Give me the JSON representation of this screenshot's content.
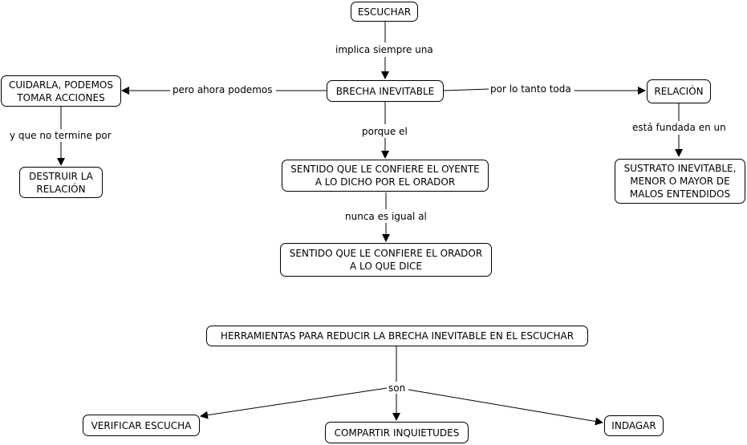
{
  "nodes": {
    "escuchar": "ESCUCHAR",
    "brecha": "BRECHA INEVITABLE",
    "cuidarla": "CUIDARLA, PODEMOS\nTOMAR ACCIONES",
    "destruir": "DESTRUIR LA\nRELACIÓN",
    "relacion": "RELACIÓN",
    "sustrato": "SUSTRATO INEVITABLE,\nMENOR O MAYOR DE\nMALOS ENTENDIDOS",
    "sentido_oyente": "SENTIDO QUE LE CONFIERE EL OYENTE\nA LO DICHO POR EL ORADOR",
    "sentido_orador": "SENTIDO QUE LE CONFIERE EL ORADOR\nA LO QUE DICE",
    "herramientas": "HERRAMIENTAS PARA REDUCIR LA BRECHA INEVITABLE  EN EL ESCUCHAR",
    "verificar": "VERIFICAR ESCUCHA",
    "compartir": "COMPARTIR INQUIETUDES",
    "indagar": "INDAGAR"
  },
  "links": {
    "implica": "implica siempre una",
    "pero_ahora": "pero ahora podemos",
    "por_lo_tanto": "por lo tanto toda",
    "y_que_no": "y que no termine por",
    "porque_el": "porque el",
    "esta_fundada": "está fundada en un",
    "nunca_es_igual": "nunca es igual al",
    "son": "son"
  }
}
